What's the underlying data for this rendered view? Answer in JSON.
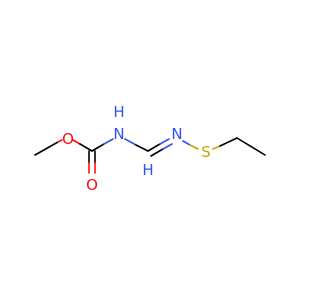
{
  "molecule": {
    "atoms": {
      "o_ester": {
        "symbol": "O",
        "color": "#ff0d0d"
      },
      "o_carbonyl": {
        "symbol": "O",
        "color": "#ff0d0d"
      },
      "nh": {
        "symbol": "N",
        "h": "H",
        "color": "#3050f8"
      },
      "n_imine": {
        "symbol": "N",
        "color": "#3050f8"
      },
      "s": {
        "symbol": "S",
        "color": "#c6a300"
      },
      "ch": {
        "symbol": "H",
        "color": "#3050f8"
      }
    },
    "bond_color": "#000000"
  }
}
